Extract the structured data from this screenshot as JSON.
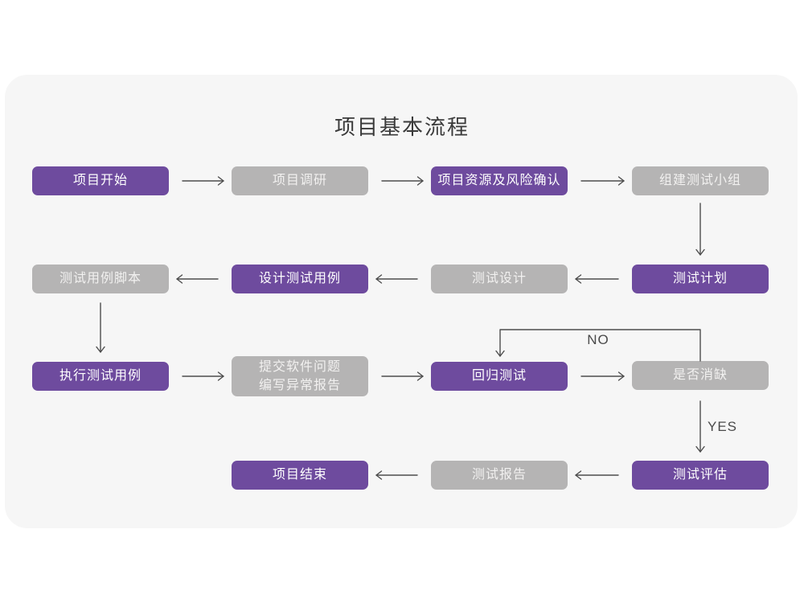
{
  "title": "项目基本流程",
  "nodes": {
    "project_start": {
      "label": "项目开始"
    },
    "project_research": {
      "label": "项目调研"
    },
    "resource_risk": {
      "label": "项目资源及风险确认"
    },
    "build_team": {
      "label": "组建测试小组"
    },
    "case_script": {
      "label": "测试用例脚本"
    },
    "design_cases": {
      "label": "设计测试用例"
    },
    "test_design": {
      "label": "测试设计"
    },
    "test_plan": {
      "label": "测试计划"
    },
    "execute_cases": {
      "label": "执行测试用例"
    },
    "submit_report": {
      "label": "提交软件问题\n编写异常报告"
    },
    "regression_test": {
      "label": "回归测试"
    },
    "defect_check": {
      "label": "是否消缺"
    },
    "project_end": {
      "label": "项目结束"
    },
    "test_report": {
      "label": "测试报告"
    },
    "test_evaluate": {
      "label": "测试评估"
    }
  },
  "edge_labels": {
    "no": "NO",
    "yes": "YES"
  },
  "colors": {
    "primary": "#6E4B9E",
    "secondary": "#B5B4B4",
    "card_bg": "#F6F6F6",
    "page_bg": "#FFFFFF",
    "arrow": "#4D4D4D",
    "title_text": "#3A3A3A",
    "edge_label_text": "#4A4A4A",
    "node_text_primary": "#FFFFFF",
    "node_text_secondary": "#F2F1F0"
  }
}
